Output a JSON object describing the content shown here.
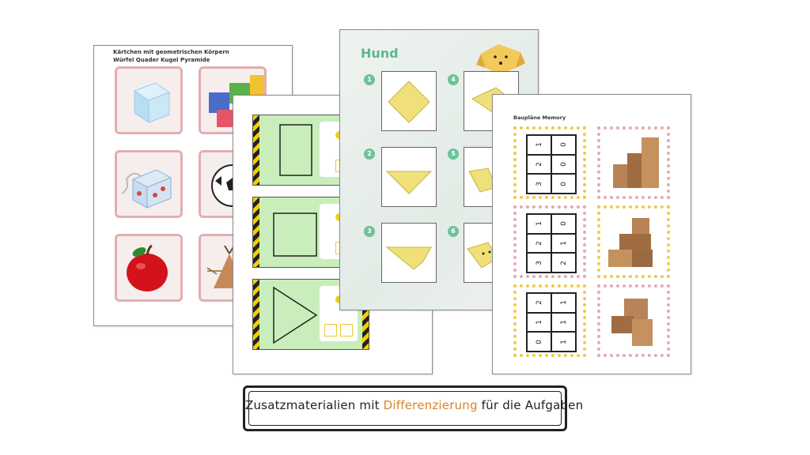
{
  "sheet_shapes": {
    "title_line1": "Kärtchen mit geometrischen Körpern",
    "title_line2": "Würfel Quader Kugel Pyramide"
  },
  "sheet_origami": {
    "title": "Hund",
    "steps": [
      "1",
      "2",
      "3",
      "4",
      "5",
      "6"
    ]
  },
  "sheet_memory": {
    "title": "Baupläne Memory",
    "plans": [
      [
        [
          "1",
          "0"
        ],
        [
          "2",
          "0"
        ],
        [
          "3",
          "0"
        ]
      ],
      [
        [
          "1",
          "0"
        ],
        [
          "2",
          "1"
        ],
        [
          "3",
          "2"
        ]
      ],
      [
        [
          "2",
          "1"
        ],
        [
          "1",
          "1"
        ],
        [
          "0",
          "1"
        ]
      ]
    ]
  },
  "caption": {
    "part1": "Zusatzmaterialien mit ",
    "highlight": "Differenzierung",
    "part2": " für die Aufgaben"
  },
  "colors": {
    "origami_title": "#5bb88e",
    "caption_highlight": "#d9832b",
    "card_border": "#e3aeb2",
    "strip_green": "#c9eebc"
  }
}
